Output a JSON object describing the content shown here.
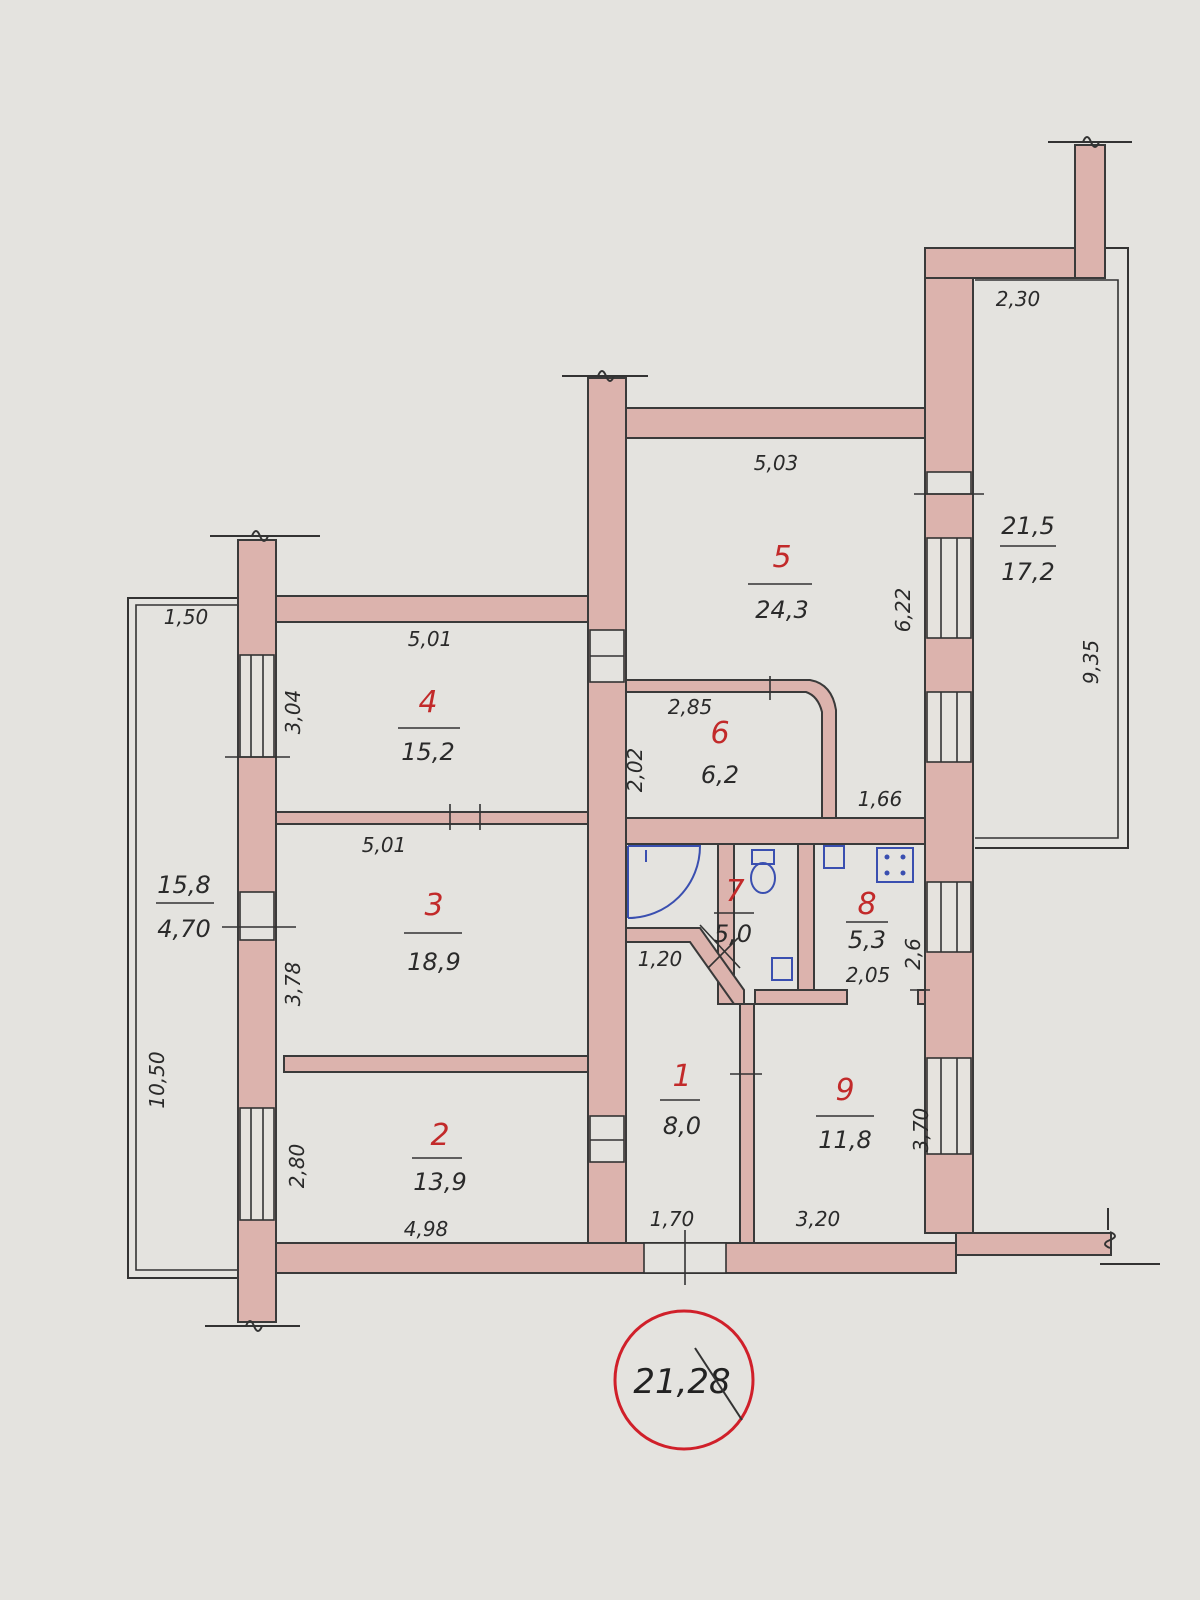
{
  "rooms": [
    {
      "id": "1",
      "number": "1",
      "area": "8,0"
    },
    {
      "id": "2",
      "number": "2",
      "area": "13,9"
    },
    {
      "id": "3",
      "number": "3",
      "area": "18,9"
    },
    {
      "id": "4",
      "number": "4",
      "area": "15,2"
    },
    {
      "id": "5",
      "number": "5",
      "area": "24,3"
    },
    {
      "id": "6",
      "number": "6",
      "area": "6,2"
    },
    {
      "id": "7",
      "number": "7",
      "area": "5,0"
    },
    {
      "id": "8",
      "number": "8",
      "area": "5,3"
    },
    {
      "id": "9",
      "number": "9",
      "area": "11,8"
    }
  ],
  "balconies": {
    "left": {
      "area_top": "15,8",
      "area_bottom": "4,70"
    },
    "right": {
      "area_top": "21,5",
      "area_bottom": "17,2"
    }
  },
  "dimensions": {
    "left_balcony_width": "1,50",
    "left_balcony_length": "10,50",
    "room4_width": "5,01",
    "room4_depth": "3,04",
    "room3_width": "5,01",
    "room3_depth": "3,78",
    "room2_depth": "2,80",
    "room2_width": "4,98",
    "room5_width": "5,03",
    "room5_depth": "6,22",
    "room6_width": "2,85",
    "room6_depth": "2,02",
    "corridor_width": "1,66",
    "hall_width": "1,20",
    "room1_width": "1,70",
    "room8_width": "2,05",
    "room8_depth": "2,6",
    "room9_width": "3,20",
    "room9_depth": "3,70",
    "right_balcony_width": "2,30",
    "right_balcony_length": "9,35"
  },
  "stamp": {
    "text": "21,28",
    "color": "#d0202a"
  },
  "colors": {
    "wall_fill": "#dcb3ad",
    "room_number": "#c22a2a",
    "fixture": "#3a4fb0"
  }
}
